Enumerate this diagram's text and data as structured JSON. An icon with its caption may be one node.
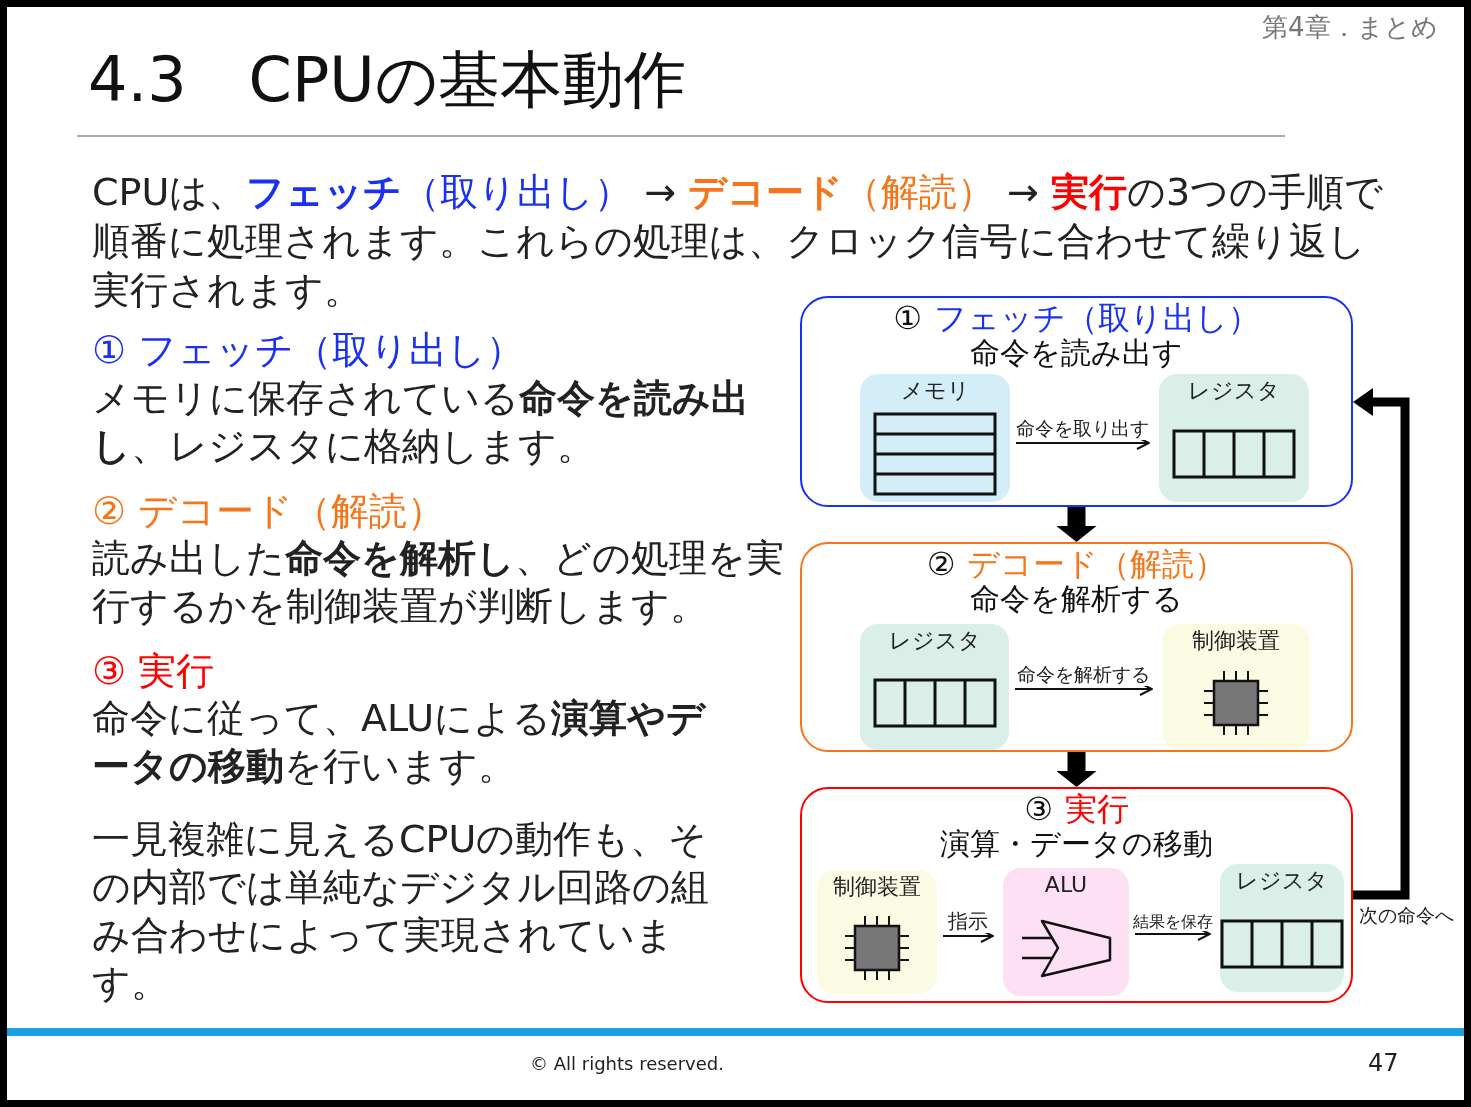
{
  "diagram": {
    "title": "4.3　CPUの基本動作",
    "nodes": [
      {
        "text": [
          "①",
          "フェッチ（取り出し）",
          "命令を読み出す"
        ]
      },
      {
        "text": [
          "メモリ"
        ],
        "in": 0
      },
      {
        "text": [
          "レジスタ"
        ],
        "in": 0
      },
      {
        "text": [
          "②",
          "デコード（解読）",
          "命令を解析する"
        ]
      },
      {
        "text": [
          "レジスタ"
        ],
        "in": 3
      },
      {
        "text": [
          "制御装置"
        ],
        "in": 3
      },
      {
        "text": [
          "③",
          "実行",
          "演算・データの移動"
        ]
      },
      {
        "text": [
          "制御装置"
        ],
        "in": 6
      },
      {
        "text": [
          "ALU"
        ],
        "in": 6
      },
      {
        "text": [
          "レジスタ"
        ],
        "in": 6
      }
    ],
    "edges": [
      {
        "from": 1,
        "to": 2,
        "arrow": "to",
        "label": "命令を取り出す"
      },
      {
        "from": 0,
        "to": 3,
        "arrow": "to",
        "style": "thick"
      },
      {
        "from": 4,
        "to": 5,
        "arrow": "to",
        "label": "命令を解析する"
      },
      {
        "from": 3,
        "to": 6,
        "arrow": "to",
        "style": "thick"
      },
      {
        "from": 7,
        "to": 8,
        "arrow": "to",
        "label": "指示"
      },
      {
        "from": 8,
        "to": 9,
        "arrow": "to",
        "label": "結果を保存"
      },
      {
        "from": 6,
        "to": 0,
        "arrow": "to",
        "style": "thick",
        "label": "次の命令へ"
      }
    ],
    "labels": [
      "第4章．まとめ",
      "CPUは、",
      "フェッチ",
      "（取り出し）",
      "→",
      "デコード",
      "（解読）",
      "→",
      "実行",
      "の3つの手順で順番に処理されます。これらの処理は、クロック信号に合わせて繰り返し実行されます。",
      "① フェッチ（取り出し）",
      "メモリに保存されている**命令を読み出し**、レジスタに格納します。",
      "② デコード（解読）",
      "読み出した**命令を解析し**、どの処理を実行するかを制御装置が判断します。",
      "③ 実行",
      "命令に従って、ALUによる**演算やデータの移動**を行います。",
      "一見複雑に見えるCPUの動作も、その内部では単純なデジタル回路の組み合わせによって実現されています。",
      "© All rights reserved.",
      "47"
    ]
  }
}
